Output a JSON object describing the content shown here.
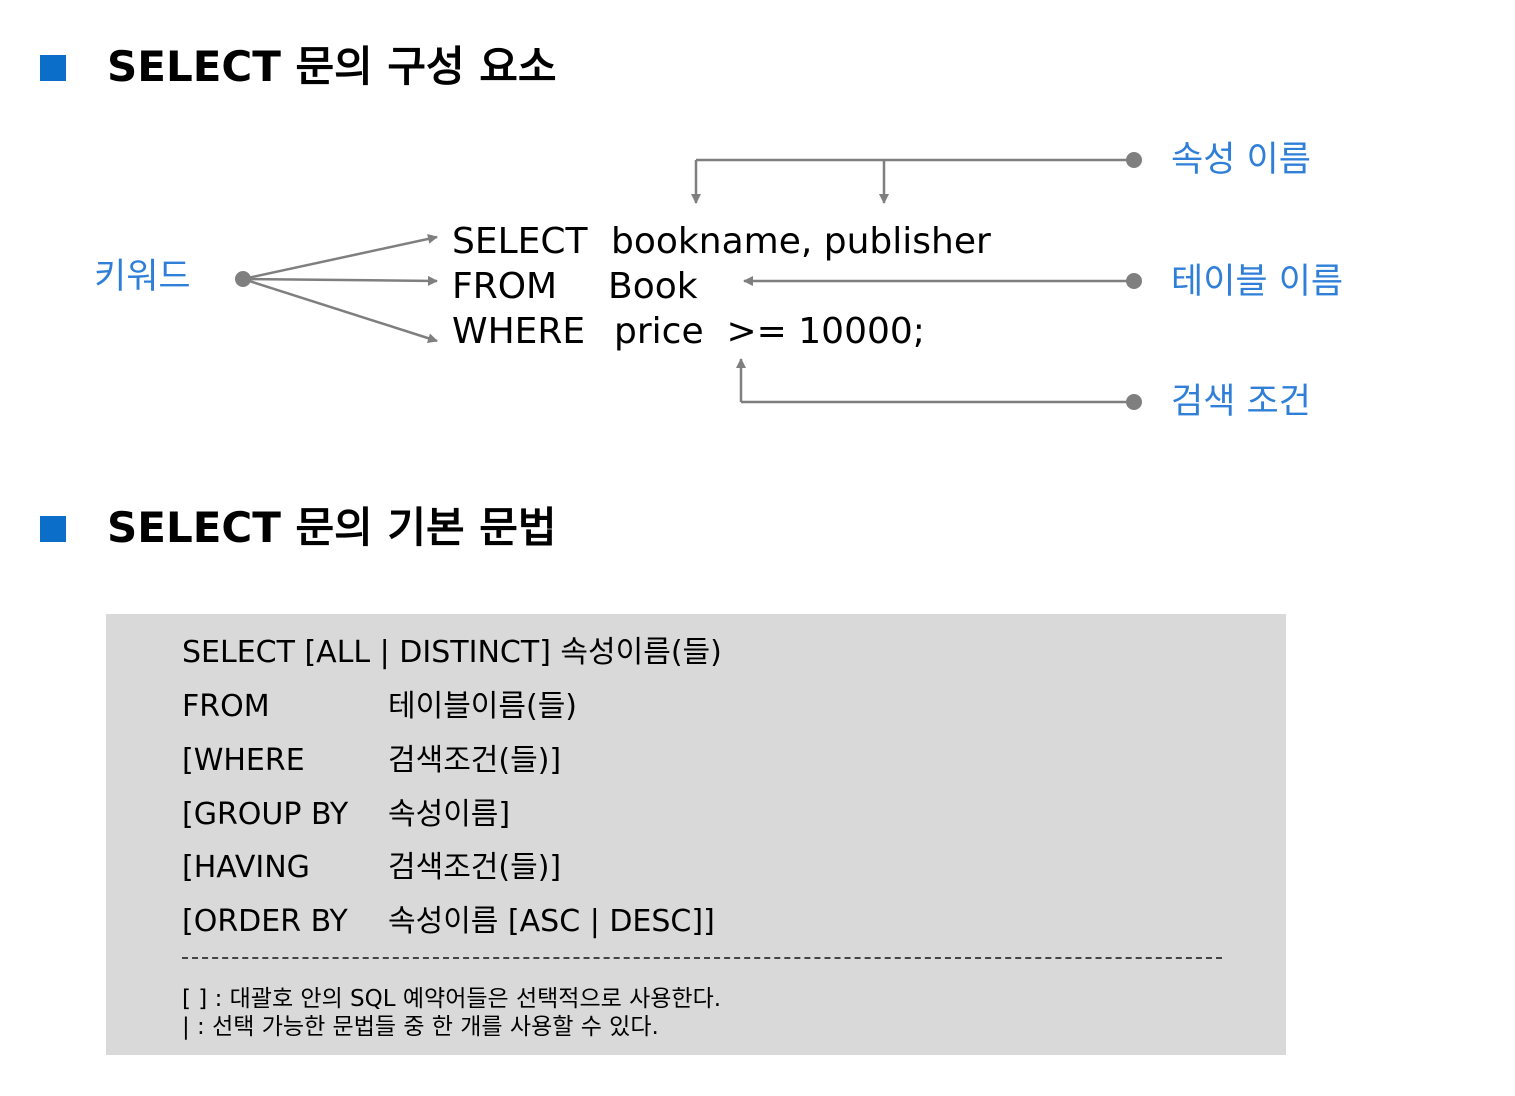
{
  "section1": {
    "title": "SELECT 문의 구성 요소"
  },
  "diagram": {
    "keyword_label": "키워드",
    "attribute_label": "속성 이름",
    "table_label": "테이블 이름",
    "condition_label": "검색 조건",
    "lines": [
      {
        "keyword": "SELECT",
        "value": "bookname, publisher"
      },
      {
        "keyword": "FROM",
        "value": "Book"
      },
      {
        "keyword": "WHERE",
        "value": "price  >= 10000;"
      }
    ],
    "colors": {
      "callout_text": "#2f7fd9",
      "arrow": "#7f7f7f"
    }
  },
  "section2": {
    "title": "SELECT 문의 기본 문법"
  },
  "syntax": {
    "rows": [
      {
        "keyword": "SELECT [ALL | DISTINCT] 속성이름(들)",
        "value": ""
      },
      {
        "keyword": "FROM",
        "value": "테이블이름(들)"
      },
      {
        "keyword": "[WHERE",
        "value": "검색조건(들)]"
      },
      {
        "keyword": "[GROUP BY",
        "value": "속성이름]"
      },
      {
        "keyword": "[HAVING",
        "value": "검색조건(들)]"
      },
      {
        "keyword": "[ORDER BY",
        "value": "속성이름 [ASC | DESC]]"
      }
    ],
    "note1": "[ ] : 대괄호 안의 SQL 예약어들은 선택적으로 사용한다.",
    "note2": "| : 선택 가능한 문법들 중 한 개를 사용할 수 있다."
  },
  "colors": {
    "section_marker": "#0b6fc9",
    "syntax_box_background": "#d9d9d9"
  }
}
